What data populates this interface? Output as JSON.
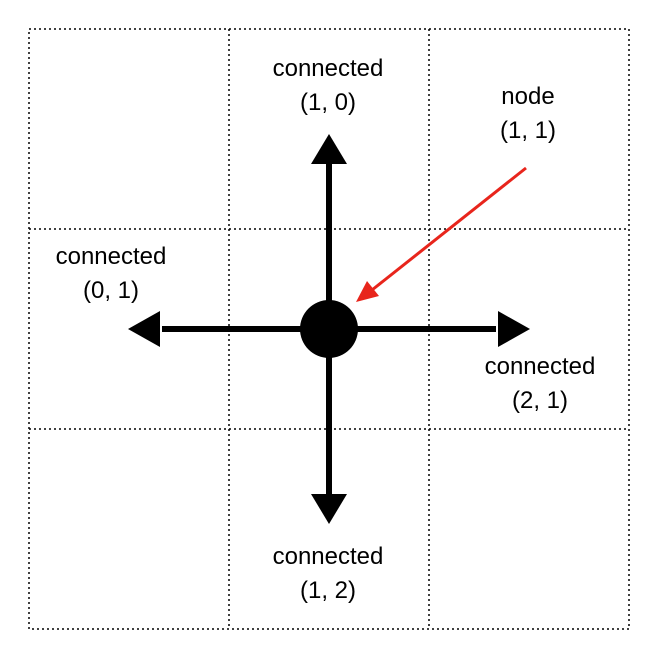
{
  "diagram": {
    "grid": {
      "columns": 3,
      "rows": 3
    },
    "colors": {
      "grid_line": "#000000",
      "arrows": "#000000",
      "node": "#000000",
      "pointer": "#e8251c",
      "background": "#ffffff"
    },
    "labels": {
      "top": {
        "line1": "connected",
        "line2": "(1, 0)"
      },
      "node": {
        "line1": "node",
        "line2": "(1, 1)"
      },
      "left": {
        "line1": "connected",
        "line2": "(0, 1)"
      },
      "right": {
        "line1": "connected",
        "line2": "(2, 1)"
      },
      "bottom": {
        "line1": "connected",
        "line2": "(1, 2)"
      }
    }
  }
}
